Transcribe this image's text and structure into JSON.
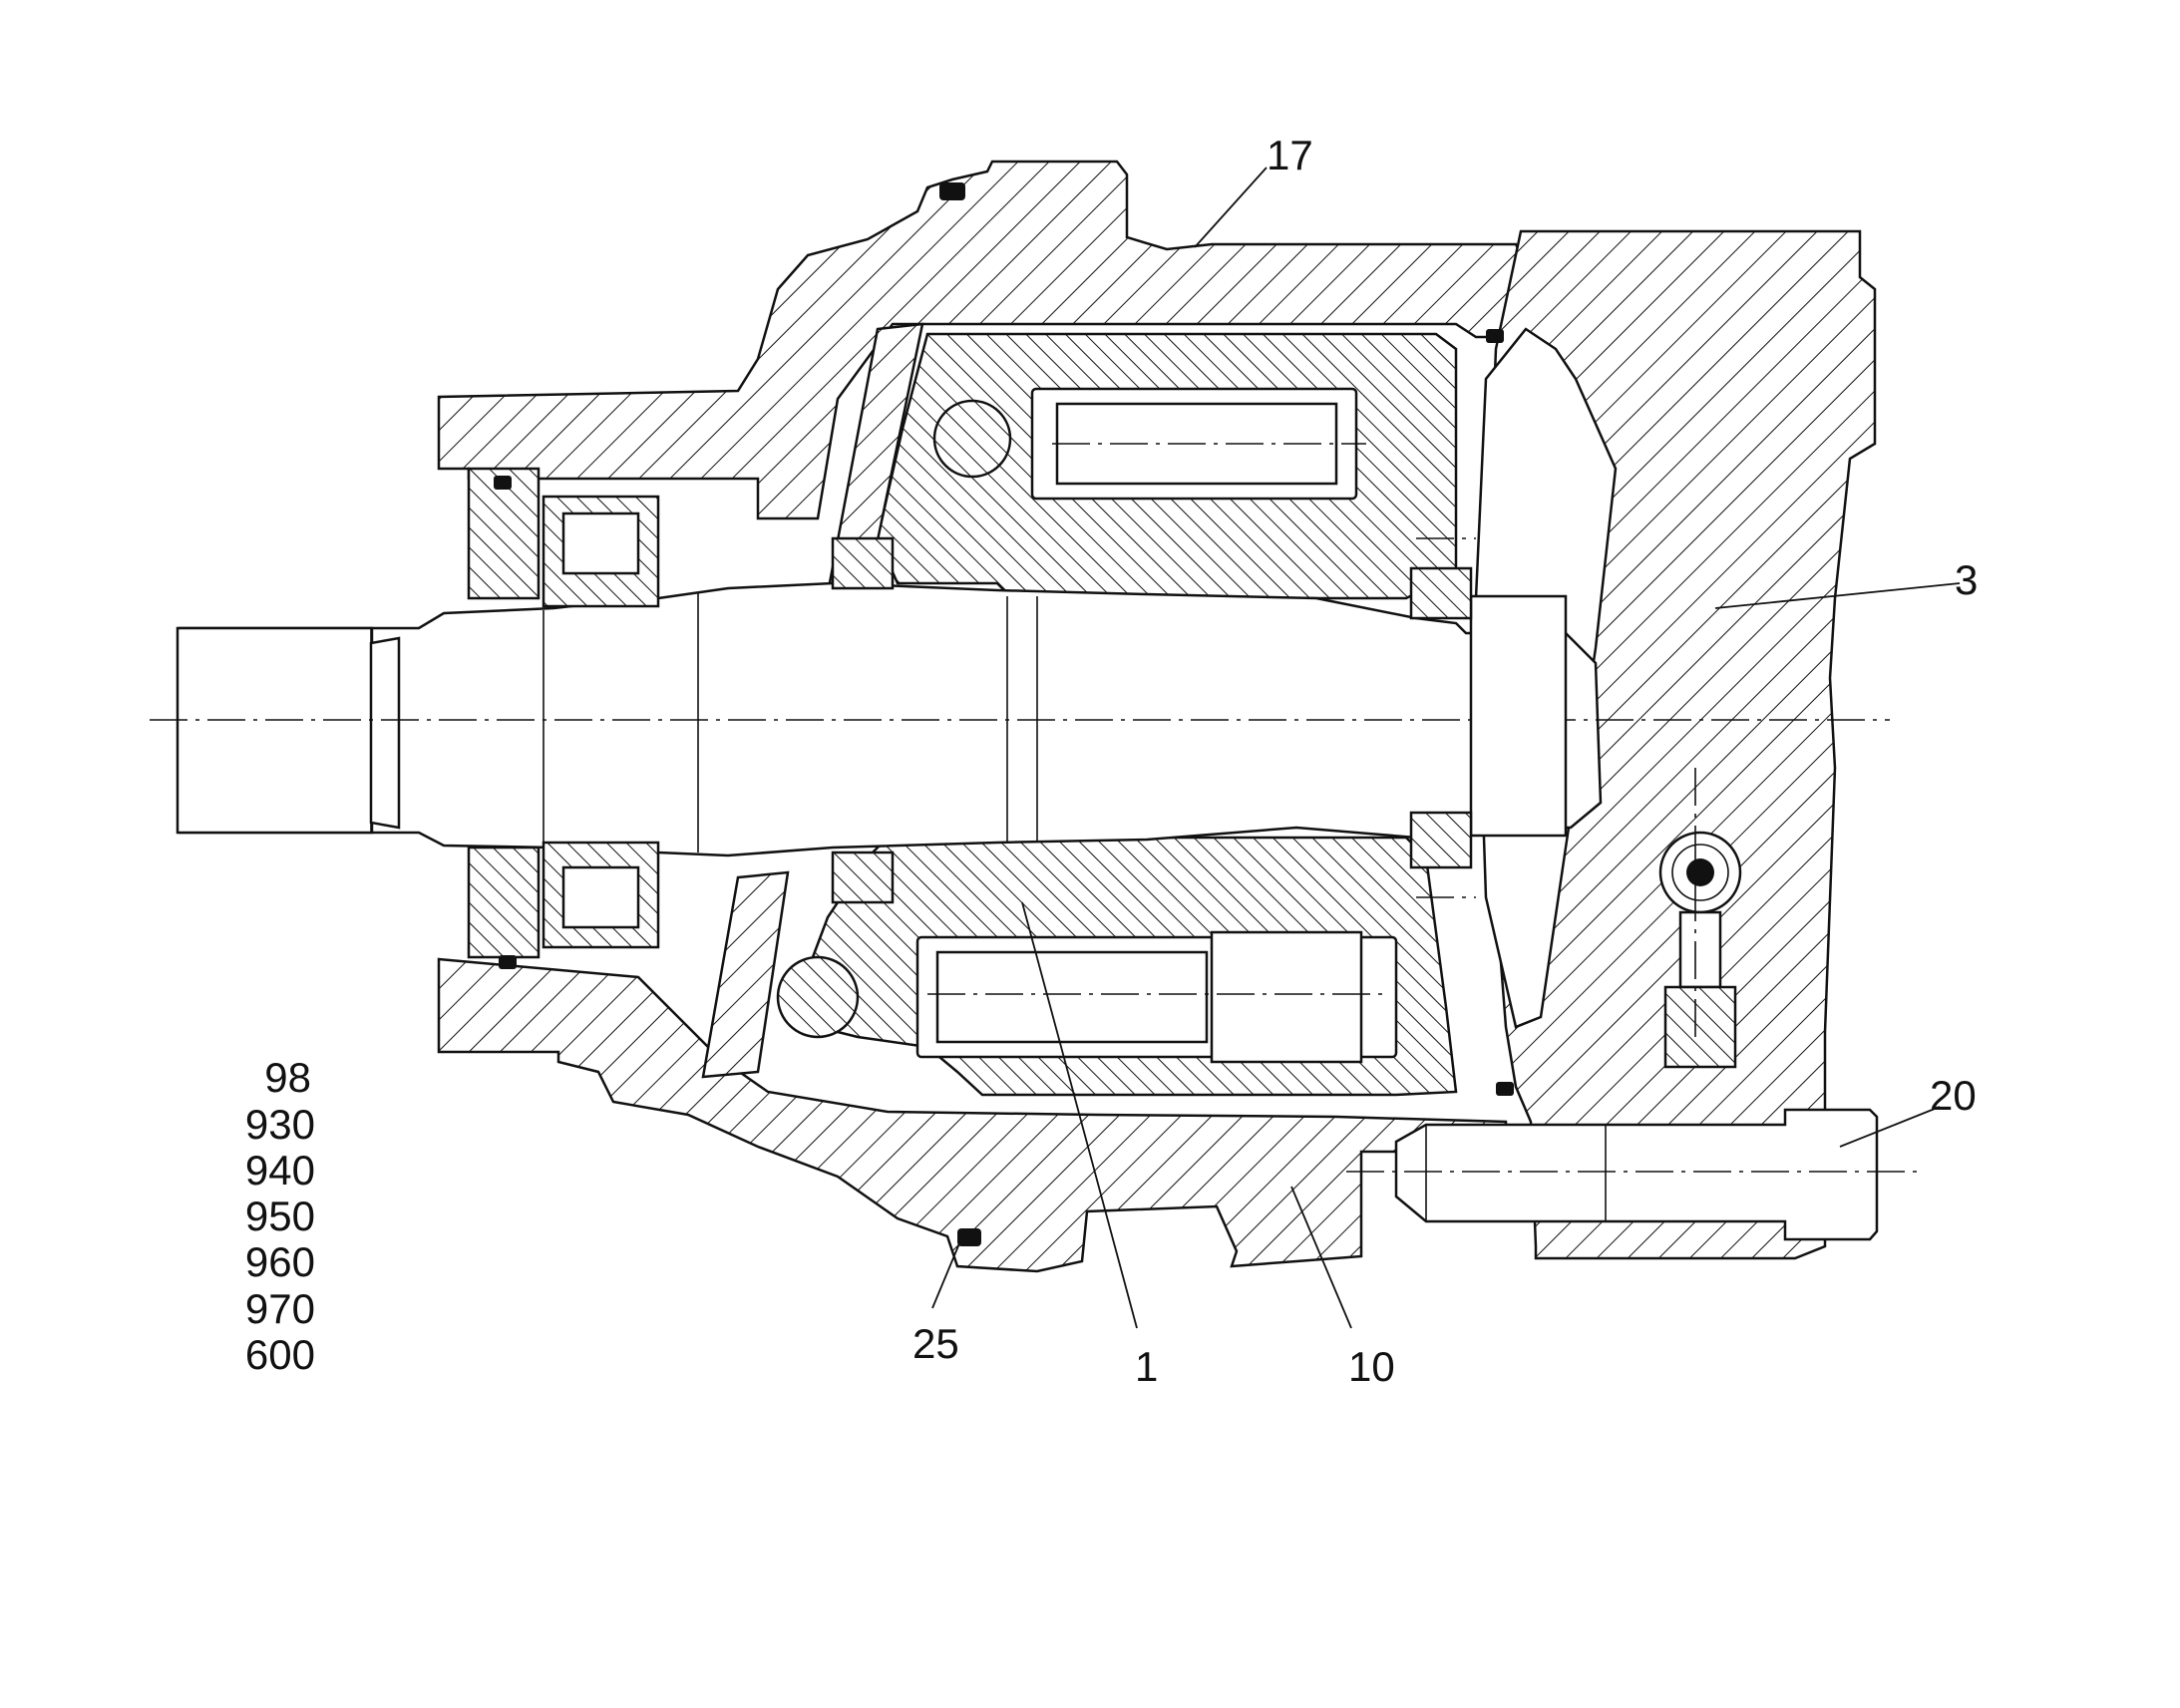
{
  "callouts": {
    "c17": "17",
    "c3": "3",
    "c20": "20",
    "c25": "25",
    "c1": "1",
    "c10": "10"
  },
  "part_numbers": [
    "98",
    "930",
    "940",
    "950",
    "960",
    "970",
    "600"
  ]
}
